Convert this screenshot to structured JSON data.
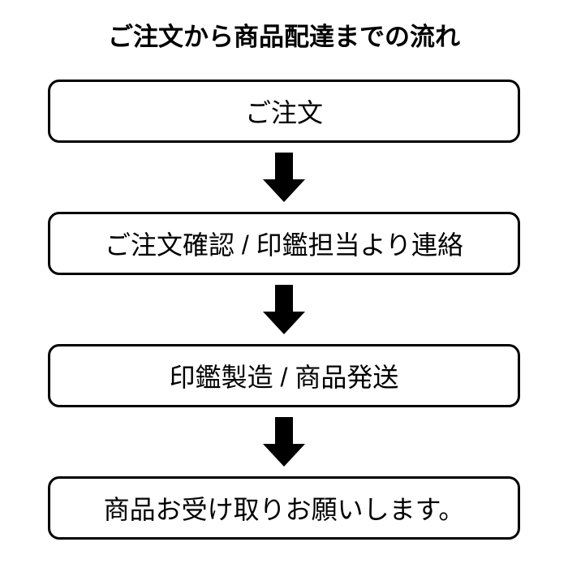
{
  "page": {
    "background_color": "#ffffff",
    "title": "ご注文から商品配達までの流れ"
  },
  "flow": {
    "text_color": "#000000",
    "box_border_color": "#000000",
    "arrow_color": "#000000",
    "steps": [
      {
        "label": "ご注文"
      },
      {
        "label": "ご注文確認 / 印鑑担当より連絡"
      },
      {
        "label": "印鑑製造 / 商品発送"
      },
      {
        "label": "商品お受け取りお願いします。"
      }
    ]
  }
}
